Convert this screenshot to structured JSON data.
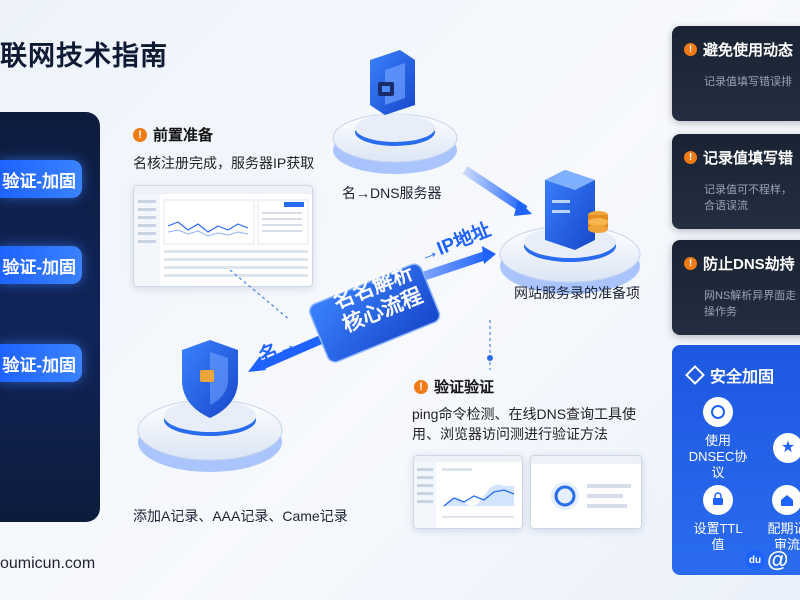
{
  "title": "联网技术指南",
  "left_panel": {
    "buttons": [
      "验证-加固",
      "验证-加固",
      "验证-加固"
    ]
  },
  "website": "oumicun.com",
  "prep": {
    "heading": "前置准备",
    "text": "名核注册完成，服务器IP获取"
  },
  "center": {
    "core_title_1": "名名解析",
    "core_title_2": "核心流程",
    "ip_label": "→IP地址",
    "name_label": "名→",
    "dns_label": "名→DNS服务器",
    "server_label": "网站服务录的准备项",
    "record_label": "添加A记录、AAA记录、Came记录"
  },
  "verify": {
    "heading": "验证验证",
    "text_line1": "ping命令检测、在线DNS查询工具使",
    "text_line2": "用、浏览器访问测进行验证方法"
  },
  "right_cards": [
    {
      "title": "避免使用动态",
      "text": [
        "记录值填写错误排"
      ]
    },
    {
      "title": "记录值填写错",
      "text": [
        "记录值可不程样，",
        "合语误流"
      ]
    },
    {
      "title": "防止DNS劫持",
      "text": [
        "网NS解析异界面走",
        "操作务"
      ]
    }
  ],
  "security": {
    "heading": "安全加固",
    "items": [
      {
        "label_1": "使用",
        "label_2": "DNSEC协议"
      },
      {
        "label_1": "设置TTL",
        "label_2": "值"
      },
      {
        "label_1": "配期记",
        "label_2": "审流"
      }
    ]
  },
  "watermark": "@",
  "colors": {
    "accent": "#1e63ff",
    "warn": "#f07a14",
    "dark": "#1a2333"
  }
}
